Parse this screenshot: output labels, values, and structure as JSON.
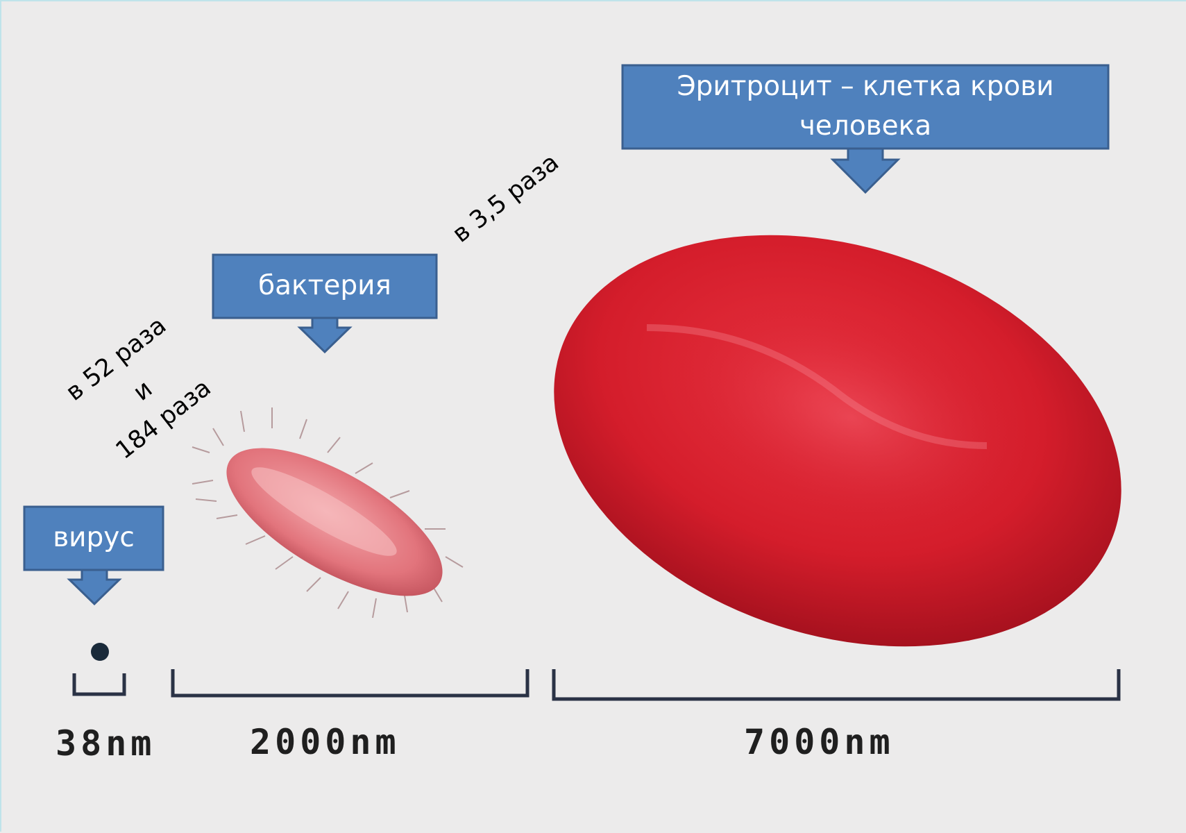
{
  "labels": {
    "virus": "вирус",
    "bacteria": "бактерия",
    "erythrocyte_line1": "Эритроцит – клетка крови",
    "erythrocyte_line2": "человека"
  },
  "annotations": {
    "ratio_bacteria_erythrocyte": "в 3,5 раза",
    "ratio_virus_line1": "в 52  раза",
    "ratio_virus_line2": "и",
    "ratio_virus_line3": "184 раза"
  },
  "scale_labels": {
    "virus_size": "38nm",
    "bacteria_size": "2000nm",
    "erythrocyte_size": "7000nm"
  },
  "colors": {
    "callout_fill": "#4f81bd",
    "callout_border": "#3a5f8f",
    "cell_red": "#d81e2c",
    "bacteria_pink": "#e07a82",
    "background": "#ecebeb"
  }
}
